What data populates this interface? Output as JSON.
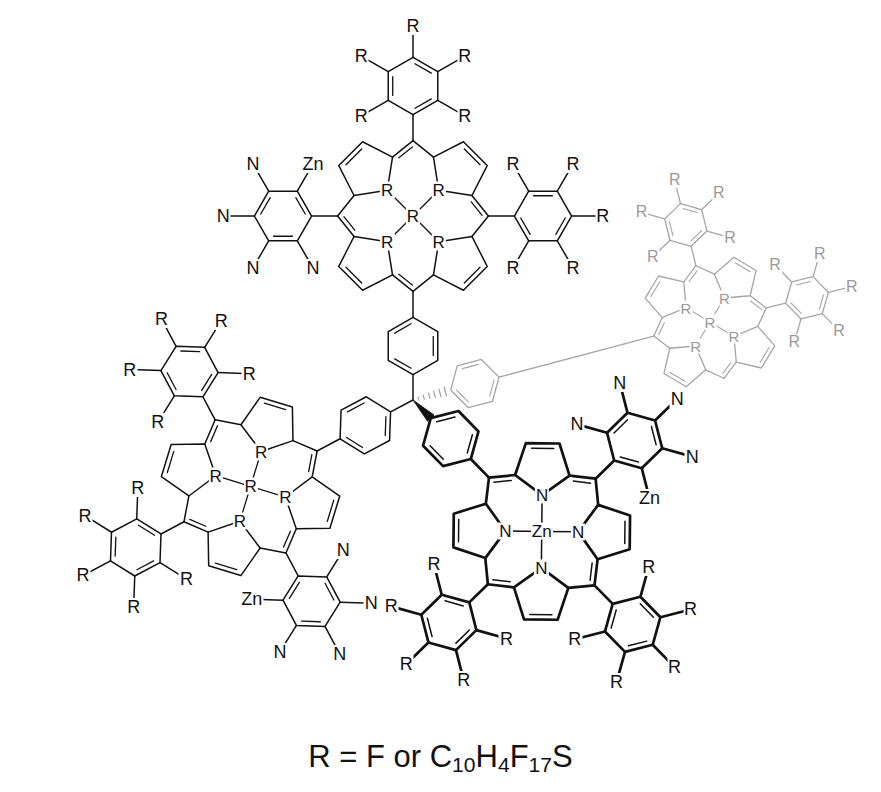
{
  "diagram": {
    "caption": "R = F or C10H4F17S",
    "labels": [
      "R",
      "R",
      "R",
      "R",
      "R",
      "R",
      "R",
      "R",
      "R",
      "R",
      "R",
      "R",
      "R",
      "R",
      "R",
      "N",
      "N",
      "N",
      "N",
      "Zn",
      "R",
      "R",
      "R",
      "R",
      "R",
      "R",
      "R",
      "R",
      "R",
      "R",
      "R",
      "R",
      "R",
      "R",
      "R",
      "N",
      "N",
      "N",
      "N",
      "Zn",
      "R",
      "R",
      "R",
      "R",
      "R",
      "R",
      "R",
      "R",
      "R",
      "R",
      "R",
      "R",
      "R",
      "R",
      "R",
      "N",
      "N",
      "N",
      "N",
      "Zn",
      "R",
      "R",
      "R",
      "R",
      "R",
      "R",
      "R",
      "R",
      "R",
      "R",
      "N",
      "N",
      "N",
      "N",
      "Zn"
    ]
  }
}
